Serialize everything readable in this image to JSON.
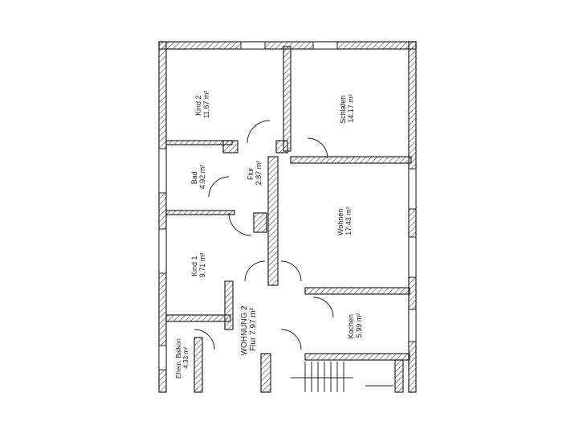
{
  "plan": {
    "apartment": "WOHNUNG 2",
    "rooms": [
      {
        "id": "kind2",
        "name": "Kind 2",
        "area": "11.67 m²"
      },
      {
        "id": "schlafen",
        "name": "Schlafen",
        "area": "14.17 m²"
      },
      {
        "id": "bad",
        "name": "Bad",
        "area": "4.92 m²"
      },
      {
        "id": "flur-small",
        "name": "Flur",
        "area": "2.87 m²"
      },
      {
        "id": "wohnen",
        "name": "Wohnen",
        "area": "17.43 m²"
      },
      {
        "id": "kind1",
        "name": "Kind 1",
        "area": "9.71 m²"
      },
      {
        "id": "flur-main",
        "name": "Flur 7.97 m²",
        "area": ""
      },
      {
        "id": "kochen",
        "name": "Kochen",
        "area": "5.99 m²"
      },
      {
        "id": "balkon",
        "name": "Ehem. Balkon",
        "area": "4.33 m²"
      }
    ],
    "colors": {
      "line": "#222222",
      "hatch": "#555555",
      "background": "#ffffff"
    }
  }
}
